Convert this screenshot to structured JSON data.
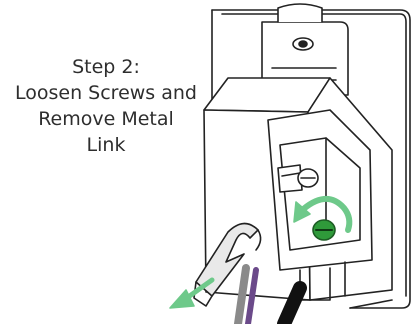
{
  "instruction": {
    "lines": [
      "Step 2:",
      "Loosen Screws and",
      "Remove Metal",
      "Link"
    ]
  },
  "colors": {
    "screw_highlight": "#2f9a3a",
    "rotate_arrow": "#6ec98a",
    "pull_arrow": "#6ec98a",
    "outline": "#222222",
    "wire_gray": "#8a8a8a",
    "wire_purple": "#6b4a8a",
    "wire_black": "#111111"
  },
  "icons": [
    "rotate-arrow-icon",
    "pull-out-arrow-icon",
    "screw-icon"
  ]
}
